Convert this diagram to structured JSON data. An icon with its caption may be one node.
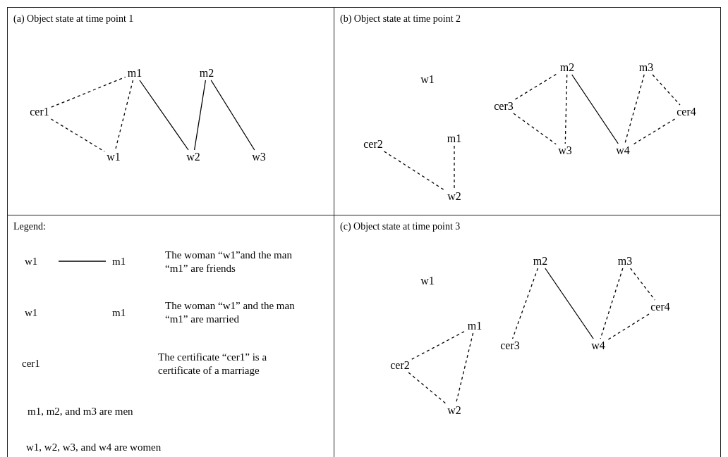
{
  "diagram": {
    "nodes": [
      {
        "text": [
          "(a) Object state at time point 1"
        ]
      },
      {
        "text": [
          "m1"
        ],
        "in": 0
      },
      {
        "text": [
          "m2"
        ],
        "in": 0
      },
      {
        "text": [
          "cer1"
        ],
        "in": 0
      },
      {
        "text": [
          "w1"
        ],
        "in": 0
      },
      {
        "text": [
          "w2"
        ],
        "in": 0
      },
      {
        "text": [
          "w3"
        ],
        "in": 0
      },
      {
        "text": [
          "(b) Object state at time point 2"
        ]
      },
      {
        "text": [
          "w1"
        ],
        "in": 7
      },
      {
        "text": [
          "m2"
        ],
        "in": 7
      },
      {
        "text": [
          "m3"
        ],
        "in": 7
      },
      {
        "text": [
          "cer3"
        ],
        "in": 7
      },
      {
        "text": [
          "cer4"
        ],
        "in": 7
      },
      {
        "text": [
          "m1"
        ],
        "in": 7
      },
      {
        "text": [
          "cer2"
        ],
        "in": 7
      },
      {
        "text": [
          "w3"
        ],
        "in": 7
      },
      {
        "text": [
          "w4"
        ],
        "in": 7
      },
      {
        "text": [
          "w2"
        ],
        "in": 7
      },
      {
        "text": [
          "Legend:"
        ]
      },
      {
        "text": [
          "(c) Object state at time point 3"
        ]
      },
      {
        "text": [
          "m2"
        ],
        "in": 19
      },
      {
        "text": [
          "m3"
        ],
        "in": 19
      },
      {
        "text": [
          "w1"
        ],
        "in": 19
      },
      {
        "text": [
          "cer4"
        ],
        "in": 19
      },
      {
        "text": [
          "m1"
        ],
        "in": 19
      },
      {
        "text": [
          "cer3"
        ],
        "in": 19
      },
      {
        "text": [
          "w4"
        ],
        "in": 19
      },
      {
        "text": [
          "cer2"
        ],
        "in": 19
      },
      {
        "text": [
          "w2"
        ],
        "in": 19
      }
    ],
    "edges": [
      {
        "from": 3,
        "to": 1,
        "arrow": "none",
        "style": "dashed"
      },
      {
        "from": 3,
        "to": 4,
        "arrow": "none",
        "style": "dashed"
      },
      {
        "from": 1,
        "to": 4,
        "arrow": "none",
        "style": "dashed"
      },
      {
        "from": 1,
        "to": 5,
        "arrow": "none"
      },
      {
        "from": 2,
        "to": 5,
        "arrow": "none"
      },
      {
        "from": 2,
        "to": 6,
        "arrow": "none"
      },
      {
        "from": 14,
        "to": 17,
        "arrow": "none",
        "style": "dashed"
      },
      {
        "from": 13,
        "to": 17,
        "arrow": "none",
        "style": "dashed"
      },
      {
        "from": 11,
        "to": 9,
        "arrow": "none",
        "style": "dashed"
      },
      {
        "from": 11,
        "to": 15,
        "arrow": "none",
        "style": "dashed"
      },
      {
        "from": 9,
        "to": 15,
        "arrow": "none",
        "style": "dashed"
      },
      {
        "from": 9,
        "to": 16,
        "arrow": "none"
      },
      {
        "from": 10,
        "to": 16,
        "arrow": "none",
        "style": "dashed"
      },
      {
        "from": 10,
        "to": 12,
        "arrow": "none",
        "style": "dashed"
      },
      {
        "from": 12,
        "to": 16,
        "arrow": "none",
        "style": "dashed"
      },
      {
        "from": 27,
        "to": 24,
        "arrow": "none",
        "style": "dashed"
      },
      {
        "from": 27,
        "to": 28,
        "arrow": "none",
        "style": "dashed"
      },
      {
        "from": 24,
        "to": 28,
        "arrow": "none",
        "style": "dashed"
      },
      {
        "from": 20,
        "to": 25,
        "arrow": "none",
        "style": "dashed"
      },
      {
        "from": 20,
        "to": 26,
        "arrow": "none"
      },
      {
        "from": 21,
        "to": 26,
        "arrow": "none",
        "style": "dashed"
      },
      {
        "from": 21,
        "to": 23,
        "arrow": "none",
        "style": "dashed"
      },
      {
        "from": 23,
        "to": 26,
        "arrow": "none",
        "style": "dashed"
      }
    ],
    "labels": [
      "w1",
      "m1",
      "w1",
      "m1",
      "cer1",
      "m1, m2, and m3 are men",
      "w1, w2, w3, and w4 are women"
    ],
    "legend": [
      {
        "text": "The woman “w1”and the man “m1” are friends"
      },
      {
        "text": "The woman “w1” and the man “m1” are married"
      },
      {
        "text": "The certificate “cer1” is a certificate of a marriage"
      }
    ]
  }
}
